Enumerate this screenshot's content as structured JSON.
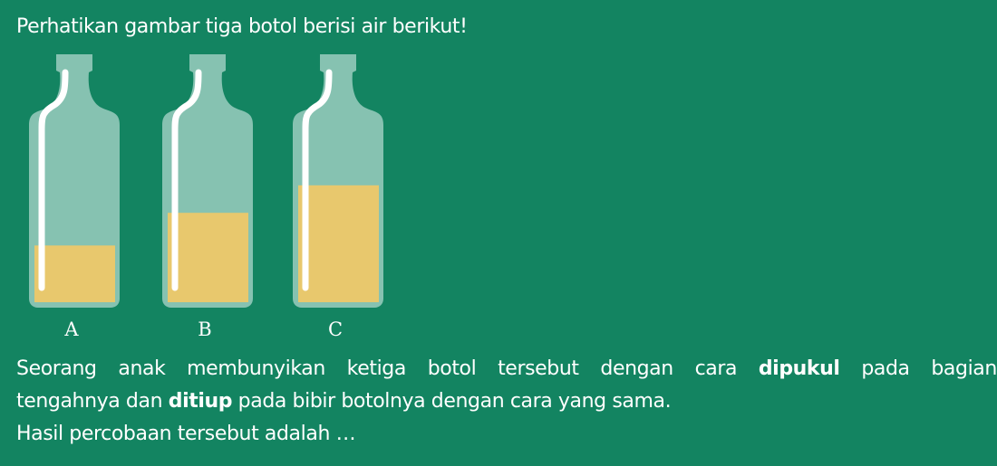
{
  "intro": "Perhatikan gambar tiga botol berisi air berikut!",
  "bottles": [
    {
      "label": "A",
      "water_level": 0.33
    },
    {
      "label": "B",
      "water_level": 0.52
    },
    {
      "label": "C",
      "water_level": 0.68
    }
  ],
  "colors": {
    "background": "#138461",
    "glass": "#86c2b1",
    "water": "#e8c86d",
    "straw": "#ffffff"
  },
  "paragraph": {
    "line1_words": [
      "Seorang",
      "anak",
      "membunyikan",
      "ketiga",
      "botol",
      "tersebut",
      "dengan",
      "cara",
      "dipukul",
      "pada",
      "bagian"
    ],
    "line1_bold": "dipukul",
    "line2_before": "tengahnya dan ",
    "line2_bold": "ditiup",
    "line2_after": " pada bibir botolnya dengan cara yang sama.",
    "line3": "Hasil percobaan tersebut adalah …"
  }
}
